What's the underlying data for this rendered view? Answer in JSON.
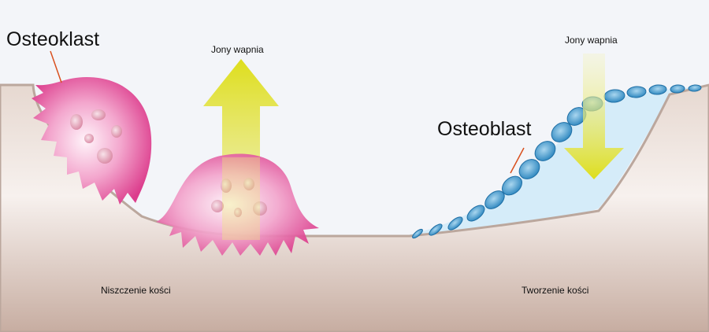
{
  "labels": {
    "osteoclast": "Osteoklast",
    "osteoblast": "Osteoblast",
    "calcium_ions_left": "Jony wapnia",
    "calcium_ions_right": "Jony wapnia",
    "bone_resorption": "Niszczenie kości",
    "bone_formation": "Tworzenie kości"
  },
  "colors": {
    "background": "#f3f5f9",
    "bone": "#c9b2a8",
    "osteoclast": "#e0509a",
    "osteoblast": "#4a9fd0",
    "arrow": "#dfe02a",
    "pointer": "#d9501e"
  }
}
